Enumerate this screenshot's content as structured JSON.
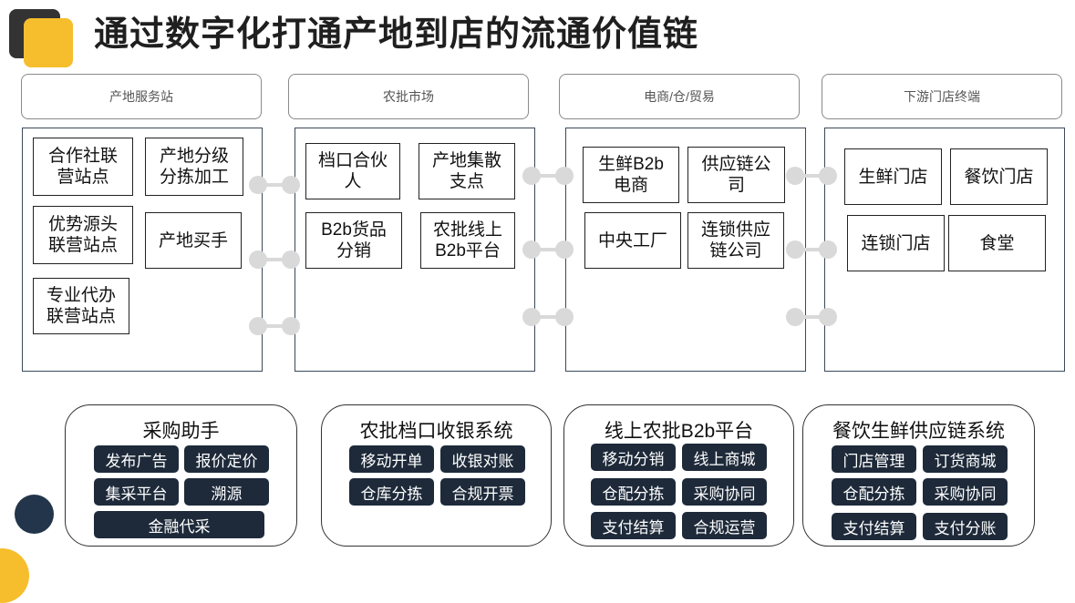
{
  "title": "通过数字化打通产地到店的流通价值链",
  "stages": [
    {
      "header": "产地服务站",
      "cells": [
        "合作社联\n营站点",
        "产地分级\n分拣加工",
        "优势源头\n联营站点",
        "产地买手",
        "专业代办\n联营站点"
      ]
    },
    {
      "header": "农批市场",
      "cells": [
        "档口合伙\n人",
        "产地集散\n支点",
        "B2b货品\n分销",
        "农批线上\nB2b平台"
      ]
    },
    {
      "header": "电商/仓/贸易",
      "cells": [
        "生鲜B2b\n电商",
        "供应链公\n司",
        "中央工厂",
        "连锁供应\n链公司"
      ]
    },
    {
      "header": "下游门店终端",
      "cells": [
        "生鲜门店",
        "餐饮门店",
        "连锁门店",
        "食堂"
      ]
    }
  ],
  "systems": [
    {
      "title": "采购助手",
      "tags": [
        "发布广告",
        "报价定价",
        "集采平台",
        "溯源",
        "金融代采"
      ]
    },
    {
      "title": "农批档口收银系统",
      "tags": [
        "移动开单",
        "收银对账",
        "仓库分拣",
        "合规开票"
      ]
    },
    {
      "title": "线上农批B2b平台",
      "tags": [
        "移动分销",
        "线上商城",
        "仓配分拣",
        "采购协同",
        "支付结算",
        "合规运营"
      ]
    },
    {
      "title": "餐饮生鲜供应链系统",
      "tags": [
        "门店管理",
        "订货商城",
        "仓配分拣",
        "采购协同",
        "支付结算",
        "支付分账"
      ]
    }
  ],
  "colors": {
    "accent_yellow": "#F6BE2C",
    "dark_navy": "#1e2a3a",
    "connector_gray": "#d9d9d9"
  }
}
